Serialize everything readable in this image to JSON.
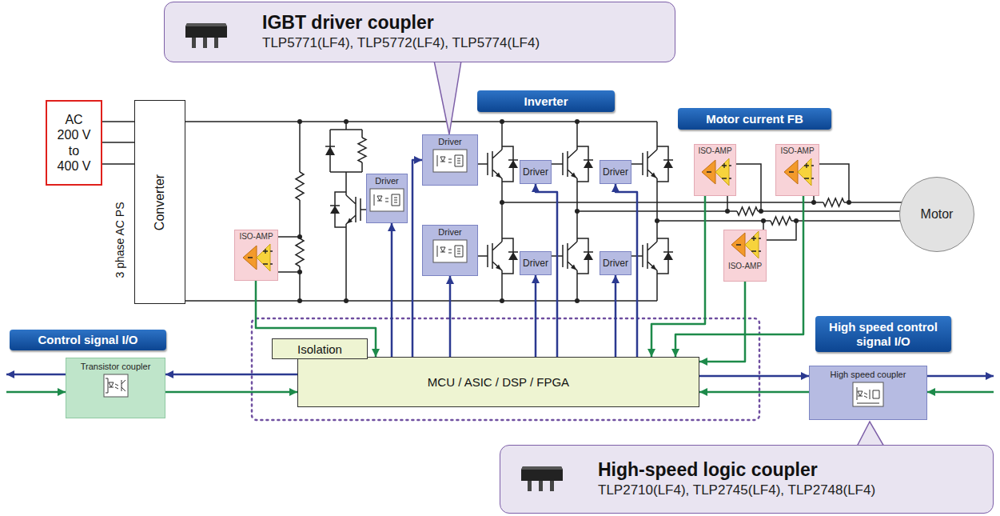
{
  "diagram": {
    "nodes": [
      {
        "text": [
          "AC 200 V to 400 V"
        ]
      },
      {
        "text": [
          "Converter"
        ]
      },
      {
        "text": [
          "IGBT driver coupler",
          "TLP5771(LF4), TLP5772(LF4), TLP5774(LF4)"
        ]
      },
      {
        "text": [
          "Inverter"
        ]
      },
      {
        "text": [
          "Motor current FB"
        ]
      },
      {
        "text": [
          "ISO-AMP"
        ]
      },
      {
        "text": [
          "Driver"
        ]
      },
      {
        "text": [
          "Driver"
        ]
      },
      {
        "text": [
          "Driver"
        ]
      },
      {
        "text": [
          "Driver"
        ]
      },
      {
        "text": [
          "Driver"
        ]
      },
      {
        "text": [
          "Driver"
        ]
      },
      {
        "text": [
          "Driver"
        ]
      },
      {
        "text": [
          "ISO-AMP"
        ]
      },
      {
        "text": [
          "ISO-AMP"
        ]
      },
      {
        "text": [
          "ISO-AMP"
        ]
      },
      {
        "text": [
          "Motor"
        ]
      },
      {
        "text": [
          "Control signal I/O"
        ]
      },
      {
        "text": [
          "Transistor coupler"
        ]
      },
      {
        "text": [
          "Isolation"
        ]
      },
      {
        "text": [
          "MCU / ASIC / DSP / FPGA"
        ]
      },
      {
        "text": [
          "High speed control signal I/O"
        ]
      },
      {
        "text": [
          "High speed coupler"
        ]
      },
      {
        "text": [
          "High-speed logic coupler",
          "TLP2710(LF4), TLP2745(LF4), TLP2748(LF4)"
        ]
      }
    ],
    "edges": [
      {
        "from": 0,
        "to": 1,
        "arrow": "none"
      },
      {
        "from": 20,
        "to": 6,
        "arrow": "to"
      },
      {
        "from": 20,
        "to": 7,
        "arrow": "to"
      },
      {
        "from": 20,
        "to": 8,
        "arrow": "to"
      },
      {
        "from": 20,
        "to": 9,
        "arrow": "to"
      },
      {
        "from": 20,
        "to": 10,
        "arrow": "to"
      },
      {
        "from": 20,
        "to": 11,
        "arrow": "to"
      },
      {
        "from": 20,
        "to": 12,
        "arrow": "to"
      },
      {
        "from": 5,
        "to": 20,
        "arrow": "to"
      },
      {
        "from": 13,
        "to": 20,
        "arrow": "to"
      },
      {
        "from": 14,
        "to": 20,
        "arrow": "to"
      },
      {
        "from": 15,
        "to": 20,
        "arrow": "to"
      },
      {
        "from": 20,
        "to": 18,
        "arrow": "to"
      },
      {
        "from": 18,
        "to": 20,
        "arrow": "to"
      },
      {
        "from": 20,
        "to": 22,
        "arrow": "to"
      },
      {
        "from": 22,
        "to": 20,
        "arrow": "to"
      }
    ],
    "labels": [
      "3 phase AC PS"
    ]
  }
}
